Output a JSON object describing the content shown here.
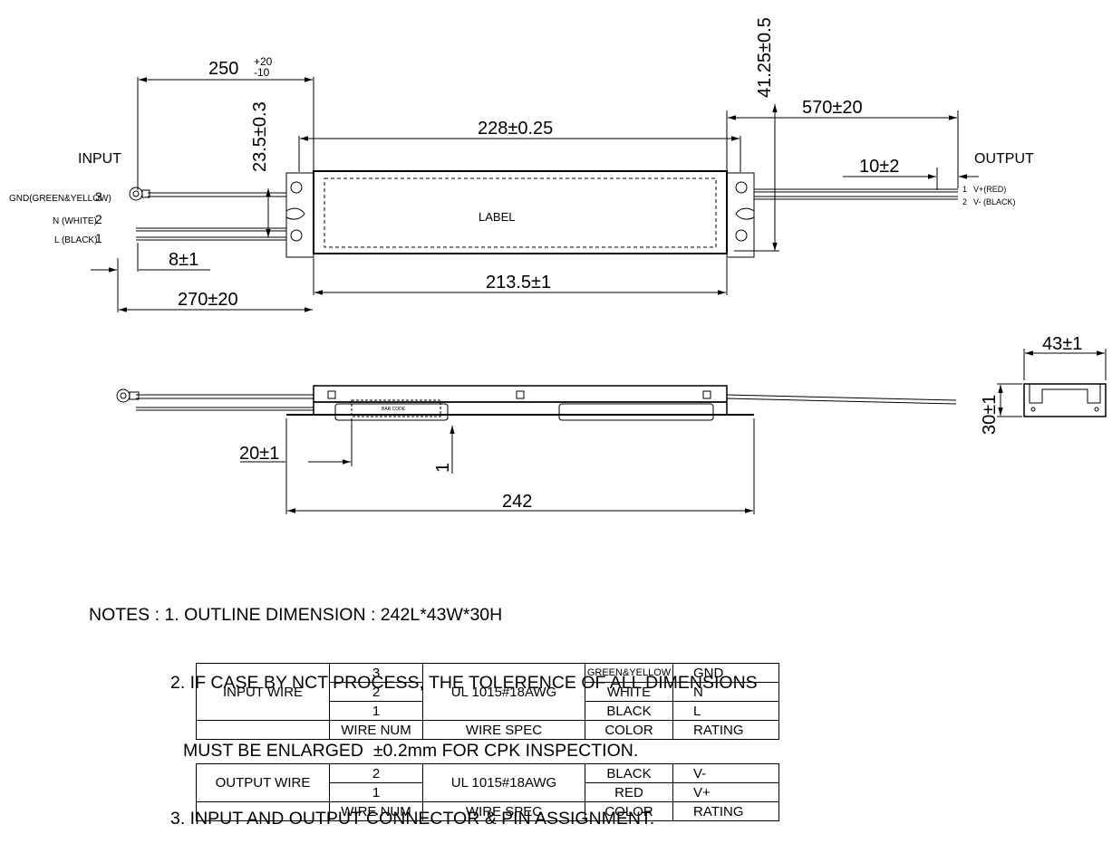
{
  "top_view": {
    "input_label": "INPUT",
    "output_label": "OUTPUT",
    "label_text": "LABEL",
    "input_pins": [
      {
        "name": "GND(GREEN&YELLOW)",
        "num": "3"
      },
      {
        "name": "N (WHITE)",
        "num": "2"
      },
      {
        "name": "L (BLACK)",
        "num": "1"
      }
    ],
    "output_pins": [
      {
        "num": "1",
        "name": "V+(RED)"
      },
      {
        "num": "2",
        "name": "V- (BLACK)"
      }
    ],
    "dims": {
      "d250": "250",
      "d250_plus": "+20",
      "d250_minus": "-10",
      "d23_5": "23.5±0.3",
      "d228": "228±0.25",
      "d41_25": "41.25±0.5",
      "d570": "570±20",
      "d10": "10±2",
      "d8": "8±1",
      "d213_5": "213.5±1",
      "d270": "270±20"
    }
  },
  "side_view": {
    "bar_code": "BAR CODE",
    "dims": {
      "d20": "20±1",
      "d1": "1",
      "d242": "242",
      "d43": "43±1",
      "d30": "30±1"
    }
  },
  "notes": {
    "head": "NOTES : ",
    "line1": "1. OUTLINE DIMENSION : 242L*43W*30H",
    "line2": "2. IF CASE BY NCT PROCESS, THE TOLERENCE OF ALL DIMENSIONS",
    "line2b": "MUST BE ENLARGED  ±0.2mm FOR CPK INSPECTION.",
    "line3": "3. INPUT AND OUTPUT CONNECTOR & PIN ASSIGNMENT."
  },
  "input_table": {
    "label": "INPUT WIRE",
    "spec": "UL 1015#18AWG",
    "rows": [
      {
        "num": "3",
        "color": "GREEN&YELLOW",
        "rating": "GND"
      },
      {
        "num": "2",
        "color": "WHITE",
        "rating": "N"
      },
      {
        "num": "1",
        "color": "BLACK",
        "rating": "L"
      }
    ],
    "footer": {
      "num": "WIRE NUM",
      "spec": "WIRE SPEC",
      "color": "COLOR",
      "rating": "RATING"
    }
  },
  "output_table": {
    "label": "OUTPUT WIRE",
    "spec": "UL 1015#18AWG",
    "rows": [
      {
        "num": "2",
        "color": "BLACK",
        "rating": "V-"
      },
      {
        "num": "1",
        "color": "RED",
        "rating": "V+"
      }
    ],
    "footer": {
      "num": "WIRE NUM",
      "spec": "WIRE SPEC",
      "color": "COLOR",
      "rating": "RATING"
    }
  }
}
